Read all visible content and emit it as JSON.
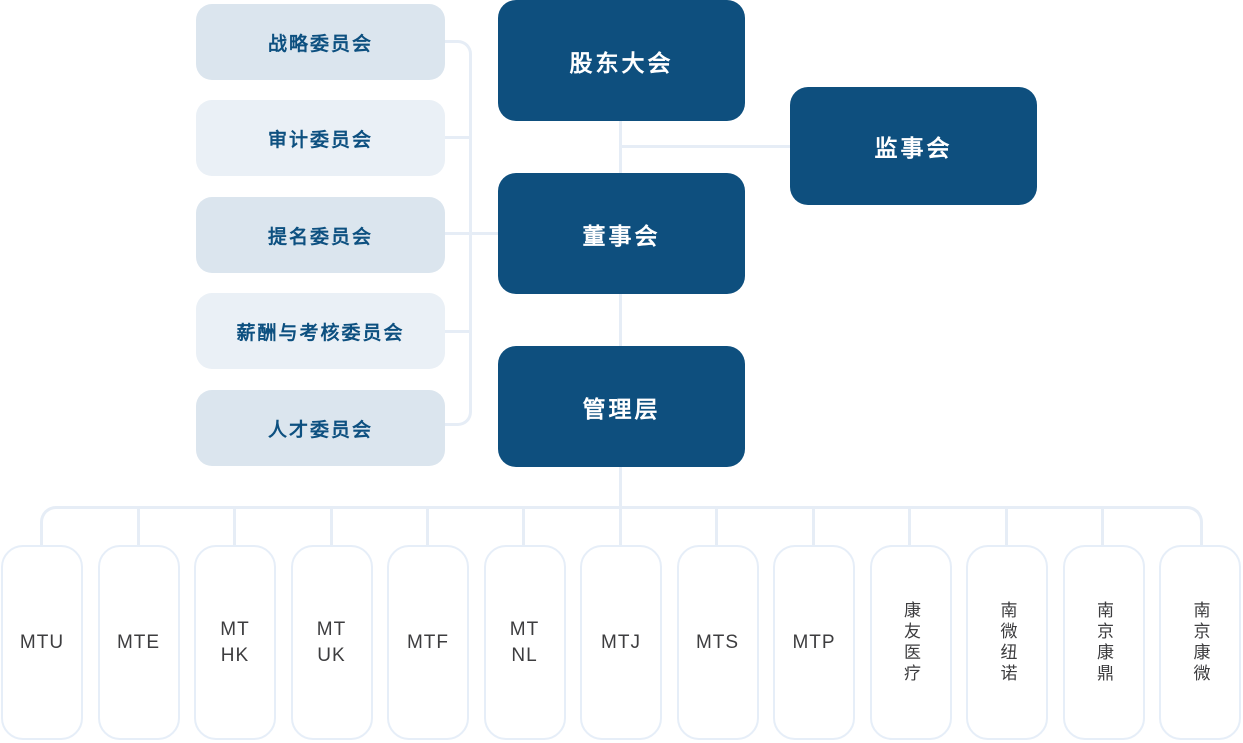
{
  "colors": {
    "primary_blue": "#0e4f7e",
    "committee_text": "#0d5080",
    "committee_bg_dark": "#dbe5ee",
    "committee_bg_light": "#eaf0f6",
    "connector": "#e6edf6",
    "subsidiary_border": "#e6eef8",
    "subsidiary_text": "#3d3d3f",
    "background": "#ffffff"
  },
  "org": {
    "governance": [
      {
        "label": "股东大会"
      },
      {
        "label": "董事会"
      },
      {
        "label": "管理层"
      }
    ],
    "supervisory": {
      "label": "监事会"
    },
    "committees": [
      {
        "label": "战略委员会"
      },
      {
        "label": "审计委员会"
      },
      {
        "label": "提名委员会"
      },
      {
        "label": "薪酬与考核委员会"
      },
      {
        "label": "人才委员会"
      }
    ],
    "subsidiaries": [
      {
        "label": "MTU"
      },
      {
        "label": "MTE"
      },
      {
        "label": "MT\nHK"
      },
      {
        "label": "MT\nUK"
      },
      {
        "label": "MTF"
      },
      {
        "label": "MT\nNL"
      },
      {
        "label": "MTJ"
      },
      {
        "label": "MTS"
      },
      {
        "label": "MTP"
      },
      {
        "label": "康友医疗"
      },
      {
        "label": "南微纽诺"
      },
      {
        "label": "南京康鼎"
      },
      {
        "label": "南京康微"
      }
    ]
  }
}
